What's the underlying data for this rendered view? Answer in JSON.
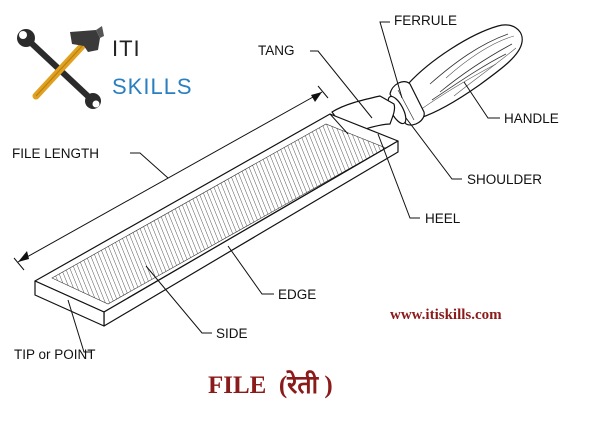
{
  "logo": {
    "line1": "ITI",
    "line2": "SKILLS",
    "icon": "crossed-wrench-hammer-icon",
    "colors": {
      "text_dark": "#222222",
      "text_blue": "#2a7fc1",
      "hammer_handle": "#e0a020"
    }
  },
  "labels": {
    "ferrule": "FERRULE",
    "tang": "TANG",
    "handle": "HANDLE",
    "file_length": "FILE LENGTH",
    "shoulder": "SHOULDER",
    "heel": "HEEL",
    "edge": "EDGE",
    "side": "SIDE",
    "tip": "TIP or POINT"
  },
  "website": "www.itiskills.com",
  "caption": "FILE  (रेती )",
  "colors": {
    "caption": "#8b1a1a",
    "lines": "#111111"
  }
}
